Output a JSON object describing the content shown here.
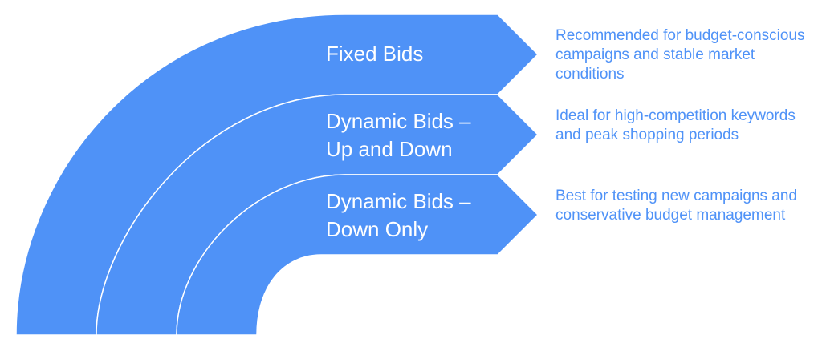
{
  "colors": {
    "band": "#4f92f7",
    "divider": "#ffffff",
    "description_text": "#4f92f7"
  },
  "options": [
    {
      "label_lines": [
        "Fixed Bids"
      ],
      "description": "Recommended for budget-conscious campaigns and stable market conditions"
    },
    {
      "label_lines": [
        "Dynamic Bids –",
        "Up and Down"
      ],
      "description": "Ideal for high-competition keywords and peak shopping periods"
    },
    {
      "label_lines": [
        "Dynamic Bids –",
        "Down Only"
      ],
      "description": "Best for testing new campaigns and conservative budget management"
    }
  ]
}
